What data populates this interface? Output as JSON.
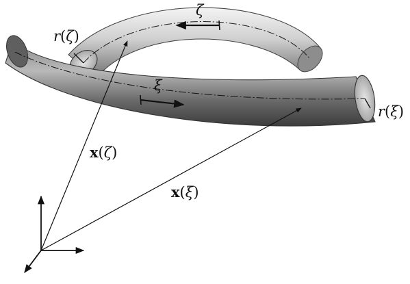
{
  "labels": {
    "zeta_coord": "ζ",
    "xi_coord": "ξ",
    "r_zeta": {
      "fn": "r",
      "open": "(",
      "arg": "ζ",
      "close": ")"
    },
    "r_xi": {
      "fn": "r",
      "open": "(",
      "arg": "ξ",
      "close": ")"
    },
    "x_zeta": {
      "fn": "x",
      "open": "(",
      "arg": "ζ",
      "close": ")"
    },
    "x_xi": {
      "fn": "x",
      "open": "(",
      "arg": "ξ",
      "close": ")"
    }
  }
}
